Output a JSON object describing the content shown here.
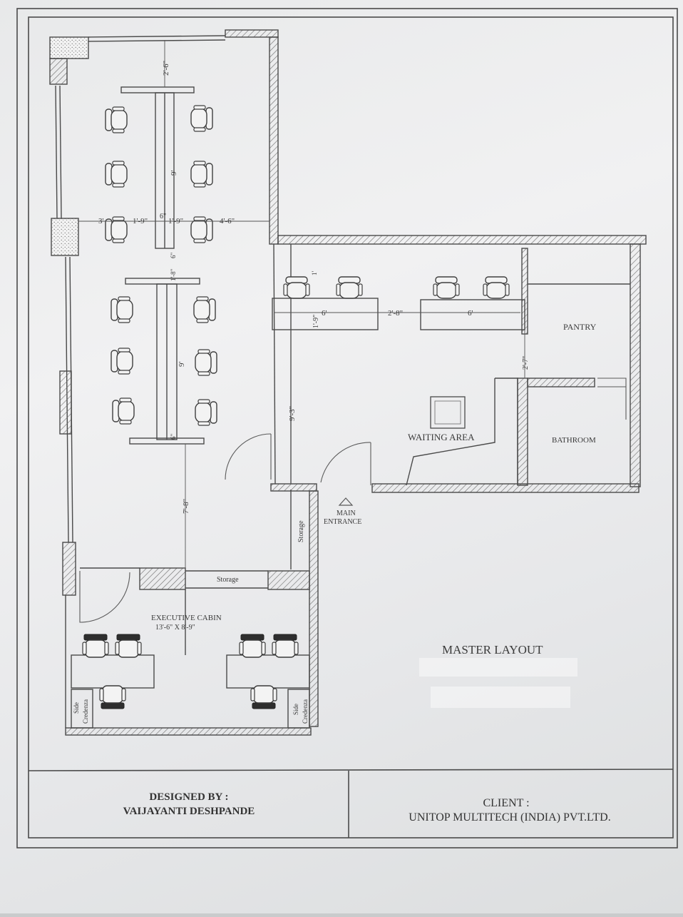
{
  "title_block": {
    "designed_by_label": "DESIGNED BY :",
    "designer_name": "VAIJAYANTI DESHPANDE",
    "client_label": "CLIENT :",
    "client_name": "UNITOP MULTITECH (INDIA) PVT.LTD."
  },
  "drawing_title": "MASTER LAYOUT",
  "rooms": {
    "pantry": "PANTRY",
    "waiting_area": "WAITING AREA",
    "bathroom": "BATHROOM",
    "main_entrance_line1": "MAIN",
    "main_entrance_line2": "ENTRANCE",
    "executive_cabin": "EXECUTIVE CABIN",
    "executive_cabin_size": "13'-6\" X 8'-9\"",
    "storage_horizontal": "Storage",
    "storage_vertical": "Storage",
    "side_left": "Side",
    "credenza_left": "Credenza",
    "side_right": "Side",
    "credenza_right": "Credenza"
  },
  "dimensions": {
    "top_clearance": "2'-6\"",
    "bench_length_upper": "9'",
    "bench_length_lower": "9'",
    "left_3": "3'",
    "seat_depth_left": "1'-9\"",
    "bench_gap_left": "6\"",
    "seat_depth_right": "1'-9\"",
    "right_clearance": "4'-6\"",
    "between_benches_a": "6\"",
    "between_benches_b": "1'-8\"",
    "bottom_bench_6": "6\"",
    "aisle_7_8": "7'-8\"",
    "corridor_9_3": "9'-3\"",
    "desk_depth": "1'-9\"",
    "desk_top_small": "1'",
    "desk_width_a": "6'",
    "desk_gap": "2'-8\"",
    "desk_width_b": "6'",
    "pantry_gap": "2'-7\""
  },
  "colors": {
    "line": "#4a4a4a",
    "hatch": "#6a6a6a",
    "paper": "#eeeff0"
  }
}
